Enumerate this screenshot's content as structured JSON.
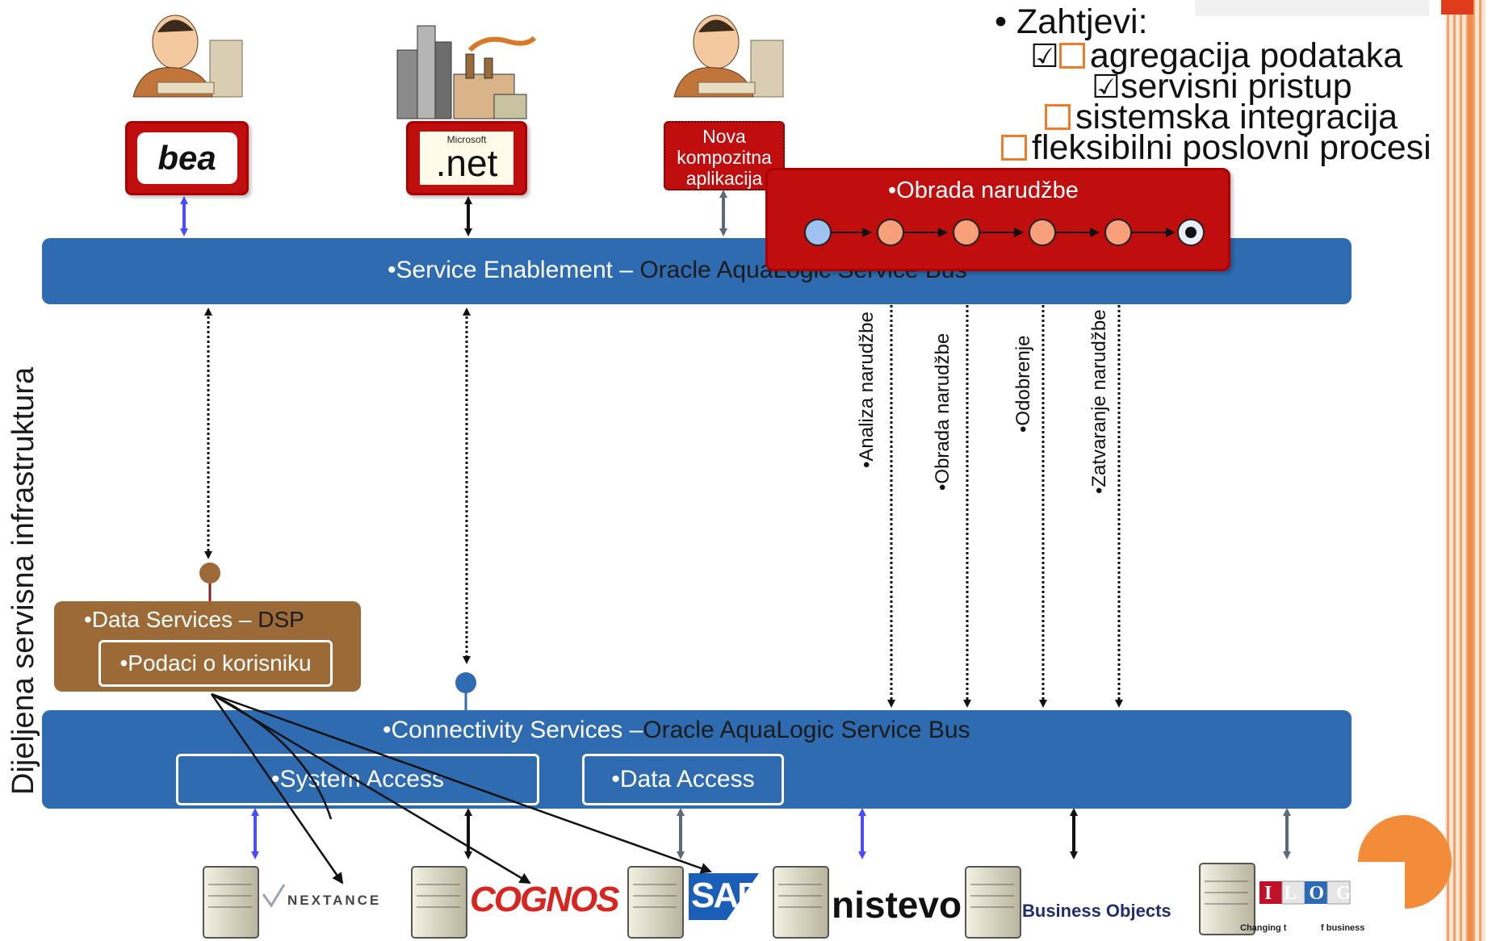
{
  "sidebar_label": "Dijeljena servisna infrastruktura",
  "requirements": {
    "heading": "Zahtjevi:",
    "items": [
      {
        "label": "agregacija podataka",
        "checked": true
      },
      {
        "label": "servisni pristup",
        "checked": true
      },
      {
        "label": "sistemska integracija",
        "checked": false
      },
      {
        "label": "fleksibilni poslovni procesi",
        "checked": false
      }
    ]
  },
  "top_apps": {
    "bea": "bea",
    "net_small": "Microsoft",
    "net": ".net",
    "composite": [
      "Nova",
      "kompozitna",
      "aplikacija"
    ]
  },
  "process": {
    "title": "•Obrada narudžbe",
    "steps": [
      "•Analiza narudžbe",
      "•Obrada narudžbe",
      "•Odobrenje",
      "•Zatvaranje narudžbe"
    ]
  },
  "service_bus": {
    "prefix": "•Service Enablement – ",
    "suffix": "Oracle AquaLogic Service Bus"
  },
  "data_services": {
    "prefix": "•Data Services – ",
    "suffix": "DSP",
    "inner": "•Podaci o korisniku"
  },
  "connectivity": {
    "prefix": "•Connectivity Services –",
    "suffix": "Oracle AquaLogic Service Bus",
    "system_access": "•System Access",
    "data_access": "•Data Access"
  },
  "vendors": {
    "nextance": "NEXTANCE",
    "cognos": "COGNOS",
    "sap": "SAP",
    "nistevo": "nistevo",
    "business_objects": "Business Objects",
    "ilog": "ILOG",
    "ilog_tag_left": "Changing t",
    "ilog_tag_right": "f business"
  },
  "colors": {
    "bus_blue": "#2e6bb0",
    "process_red": "#c00e0e",
    "dsp_brown": "#9b6a36",
    "accent_orange": "#f28c38",
    "arrow_blue": "#4b4bff"
  }
}
